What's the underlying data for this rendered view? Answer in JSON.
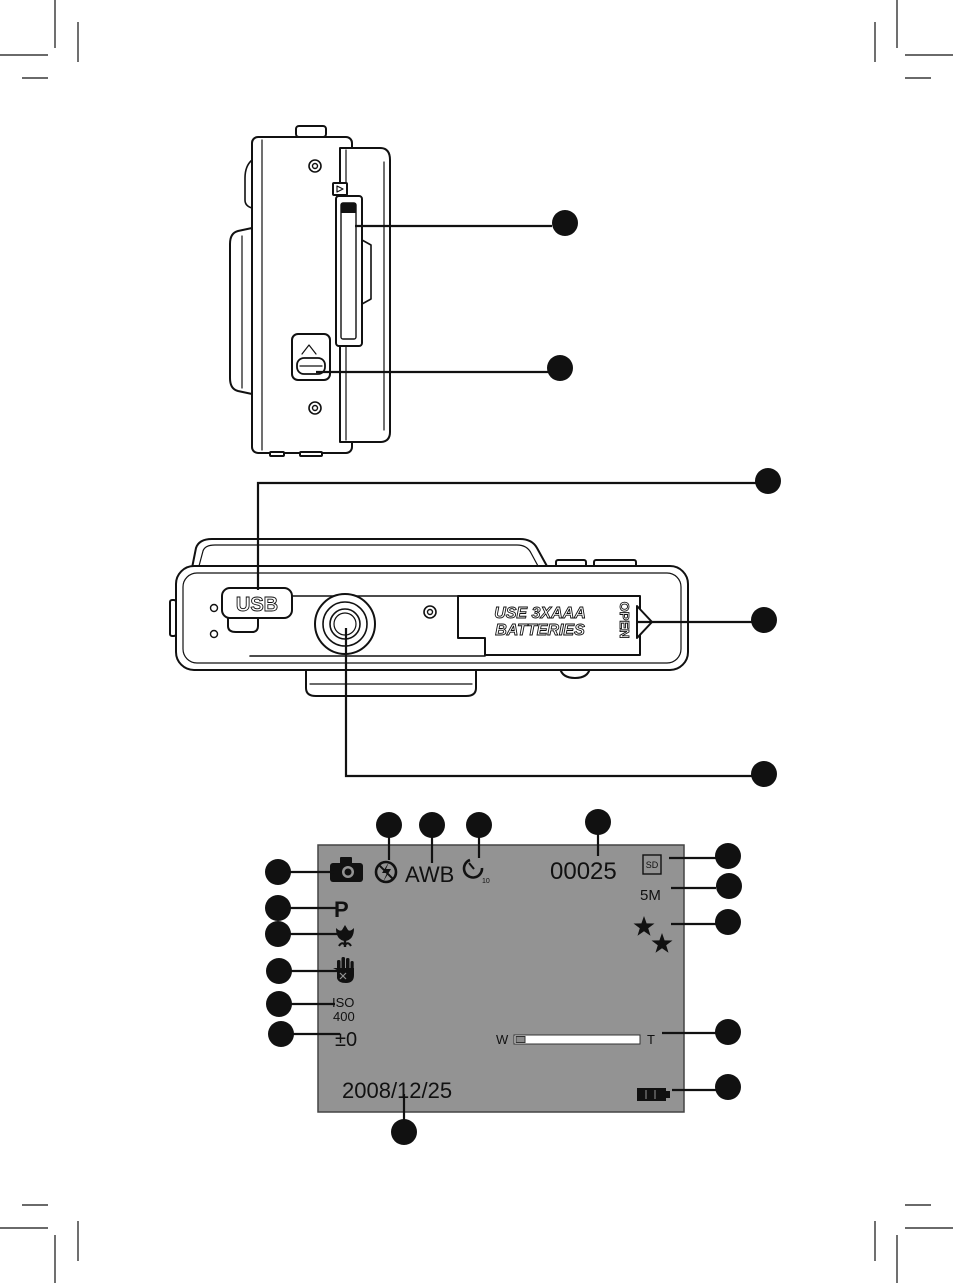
{
  "bottom_view": {
    "usb_label": "USB",
    "battery_door": {
      "line1": "USE 3XAAA",
      "line2": "BATTERIES"
    },
    "open_label": "OPEN"
  },
  "lcd": {
    "white_balance": "AWB",
    "self_timer_seconds": "10",
    "shots_remaining": "00025",
    "storage_media": "SD",
    "image_size": "5M",
    "scene_mode": "P",
    "iso_label": "ISO",
    "iso_value": "400",
    "exposure_compensation": "±0",
    "zoom_wide_label": "W",
    "zoom_tele_label": "T",
    "zoom_level": 0,
    "date": "2008/12/25"
  },
  "icons": {
    "record_mode": "camera-icon",
    "flash": "flash-off-icon",
    "self_timer": "self-timer-icon",
    "quality": "quality-stars-icon",
    "macro": "macro-flower-icon",
    "stabilizer": "anti-shake-hand-icon",
    "battery": "battery-full-icon",
    "storage": "sd-card-icon"
  },
  "colors": {
    "lcd_screen": "#939393",
    "line_art": "#111111"
  }
}
